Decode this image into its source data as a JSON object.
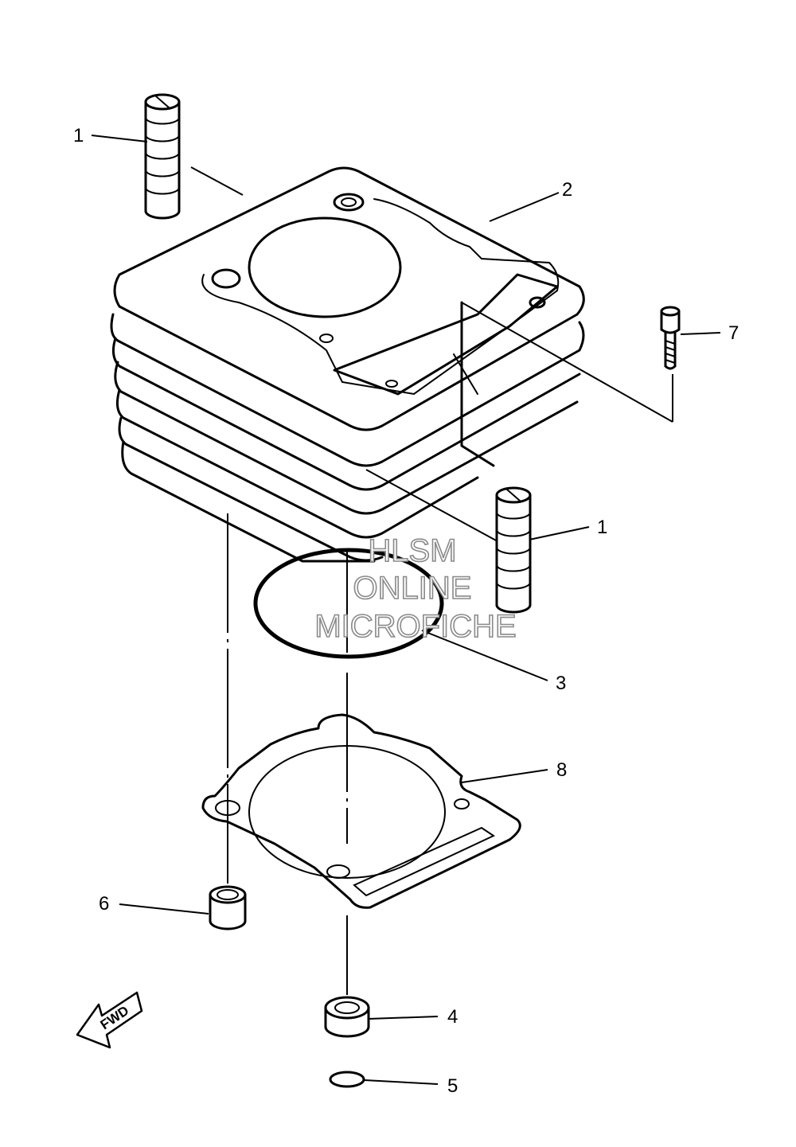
{
  "callouts": {
    "c1a": "1",
    "c1b": "1",
    "c2": "2",
    "c3": "3",
    "c4": "4",
    "c5": "5",
    "c6": "6",
    "c7": "7",
    "c8": "8"
  },
  "watermark": {
    "line1": "HLSM",
    "line2": "ONLINE",
    "line3": "MICROFICHE"
  },
  "fwd_label": "FWD"
}
